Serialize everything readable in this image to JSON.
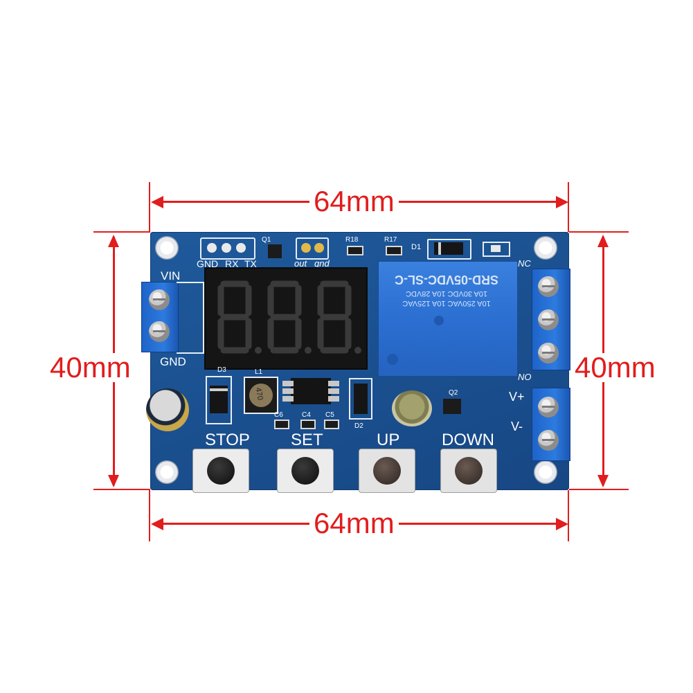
{
  "dimensions": {
    "top_width": "64mm",
    "bottom_width": "64mm",
    "left_height": "40mm",
    "right_height": "40mm"
  },
  "board": {
    "terminal_labels": {
      "vin": "VIN",
      "gnd": "GND",
      "nc": "NC",
      "no": "NO",
      "v_plus": "V+",
      "v_minus": "V-"
    },
    "header_labels": {
      "gnd": "GND",
      "rx": "RX",
      "tx": "TX",
      "out": "out",
      "gnd2": "gnd"
    },
    "component_labels": {
      "q1": "Q1",
      "q2": "Q2",
      "r18": "R18",
      "r17": "R17",
      "d1": "D1",
      "d2": "D2",
      "d3": "D3",
      "l1": "L1",
      "c4": "C4",
      "c5": "C5",
      "c6": "C6",
      "inductor_mark": "470"
    },
    "relay": {
      "model": "SRD-05VDC-SL-C",
      "rating_1": "10A 250VAC  10A 125VAC",
      "rating_2": "10A 30VDC  10A 28VDC"
    },
    "buttons": [
      {
        "label": "STOP"
      },
      {
        "label": "SET"
      },
      {
        "label": "UP"
      },
      {
        "label": "DOWN"
      }
    ],
    "display_digits": "8.8.8."
  },
  "colors": {
    "dimension": "#e11d1d",
    "pcb": "#1a4f8e",
    "relay": "#2b6fd1",
    "terminal": "#2d7be0",
    "display_segment": "#3a3a3a"
  }
}
